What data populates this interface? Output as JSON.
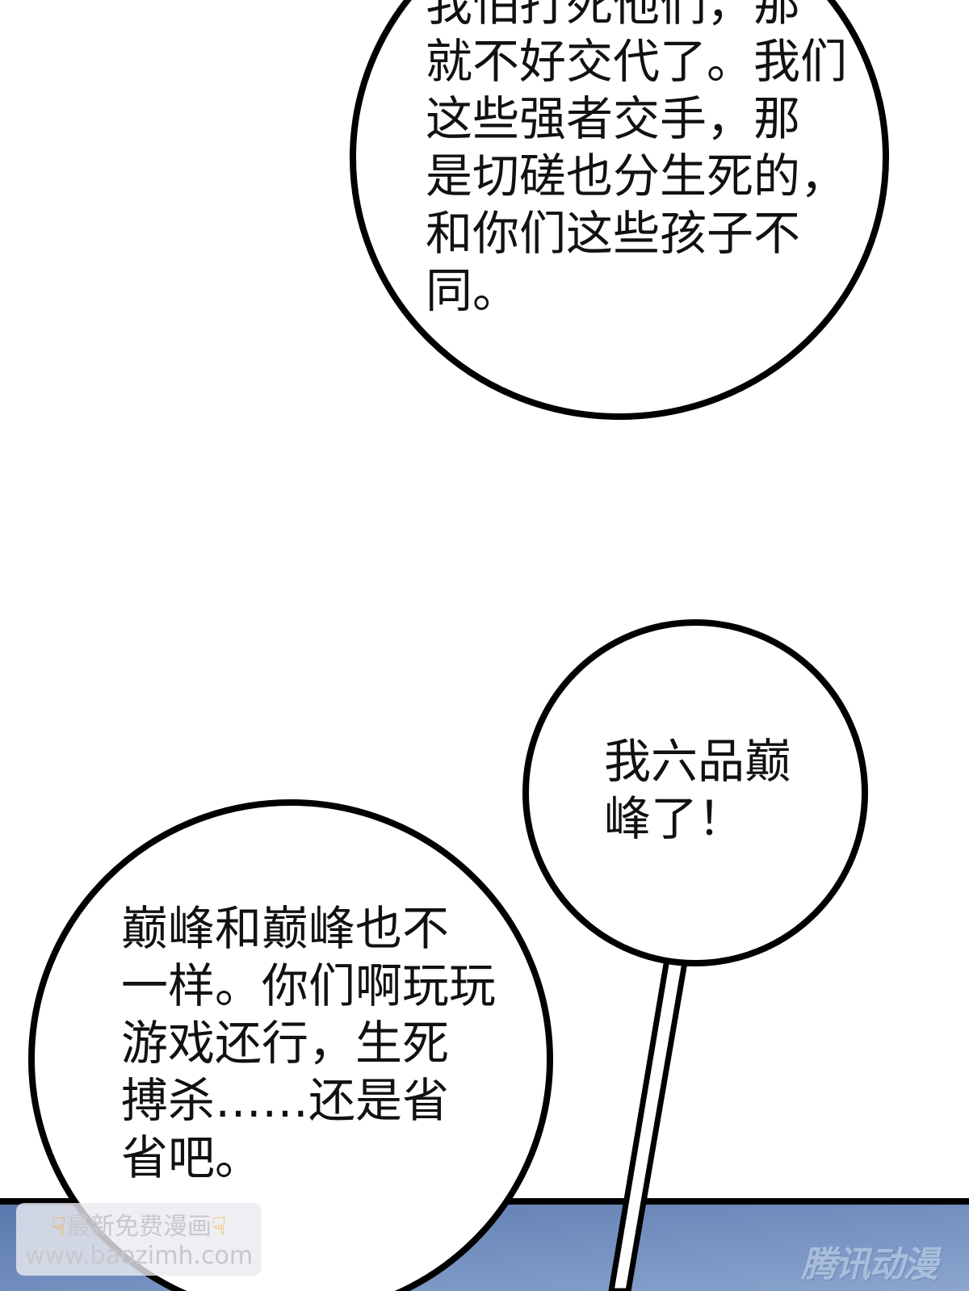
{
  "bubbles": {
    "top": {
      "lines": [
        "我怕打死他们，那",
        "就不好交代了。我们",
        "这些强者交手，那",
        "是切磋也分生死的，",
        "和你们这些孩子不",
        "同。"
      ]
    },
    "right": {
      "lines": [
        "我六品巅",
        "峰了！"
      ]
    },
    "left": {
      "lines": [
        "巅峰和巅峰也不",
        "一样。你们啊玩玩",
        "游戏还行，生死",
        "搏杀……还是省",
        "省吧。"
      ]
    }
  },
  "watermark": {
    "line1": "最新免费漫画",
    "line2": "www.baozimh.com",
    "icon": "pointing-down-hand-icon"
  },
  "logo": "腾讯动漫",
  "colors": {
    "band_top": "#5a78ad",
    "band_bottom": "#8ba5cf",
    "ink": "#000000"
  }
}
